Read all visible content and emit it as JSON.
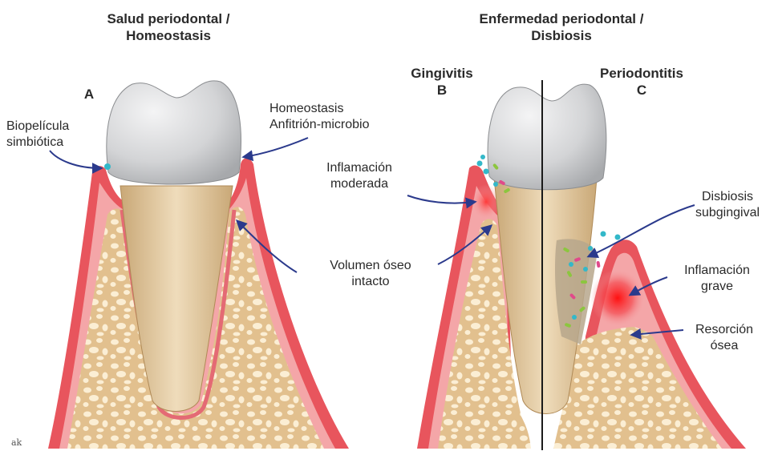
{
  "headings": {
    "left": [
      "Salud periodontal  /",
      "Homeostasis"
    ],
    "right": [
      "Enfermedad periodontal /",
      "Disbiosis"
    ]
  },
  "panels": {
    "a": {
      "letter": "A"
    },
    "b": {
      "title": "Gingivitis",
      "letter": "B"
    },
    "c": {
      "title": "Periodontitis",
      "letter": "C"
    }
  },
  "annotations": {
    "biopelicula": [
      "Biopelícula",
      "simbiótica"
    ],
    "homeostasis": [
      "Homeostasis",
      "Anfitrión-microbio"
    ],
    "inflamacion_moderada": [
      "Inflamación",
      "moderada"
    ],
    "volumen_oseo": [
      "Volumen óseo",
      "intacto"
    ],
    "disbiosis_subgingival": [
      "Disbiosis",
      "subgingival"
    ],
    "inflamacion_grave": [
      "Inflamación",
      "grave"
    ],
    "resorcion_osea": [
      "Resorción",
      "ósea"
    ]
  },
  "signature": "ak",
  "colors": {
    "gum": "#e8555d",
    "gum_light": "#f4a6a8",
    "bone": "#e7c898",
    "bone_pore": "#fbeed4",
    "root": "#e4c9a0",
    "crown": "#d9dadb",
    "arrow": "#2b3a8c",
    "inflammation": "#ff2020",
    "bacteria": [
      "#33b8c9",
      "#8cc63f",
      "#e04a8a"
    ]
  }
}
